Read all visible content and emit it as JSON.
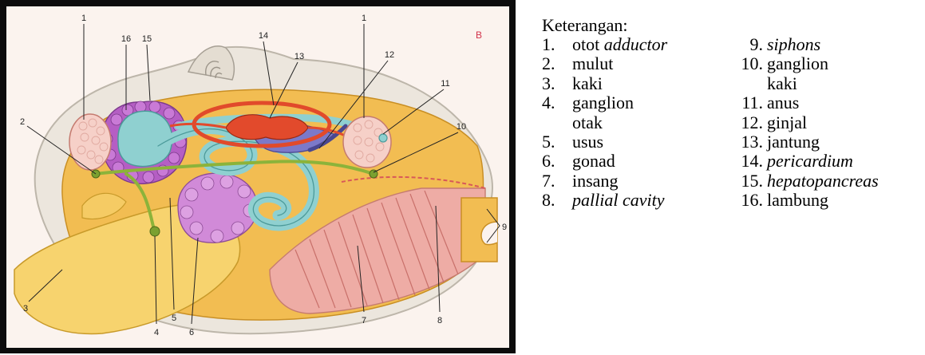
{
  "diagram": {
    "panel_letter": "B",
    "callouts": [
      {
        "label": "1"
      },
      {
        "label": "16"
      },
      {
        "label": "15"
      },
      {
        "label": "14"
      },
      {
        "label": "13"
      },
      {
        "label": "12"
      },
      {
        "label": "1"
      },
      {
        "label": "11"
      },
      {
        "label": "10"
      },
      {
        "label": "2"
      },
      {
        "label": "9"
      },
      {
        "label": "3"
      },
      {
        "label": "4"
      },
      {
        "label": "5"
      },
      {
        "label": "6"
      },
      {
        "label": "7"
      },
      {
        "label": "8"
      }
    ],
    "colors": {
      "background": "#fbf3ee",
      "shell": "#e8e1d7",
      "mantle": "#f0b84a",
      "foot": "#f5cf6a",
      "gill": "#e9a8a2",
      "intestine": "#8fd0d0",
      "hepatopancreas": "#b25fc0",
      "heart": "#e24a2c",
      "kidney": "#7b78c8",
      "nerve": "#8fb43a",
      "adductor": "#f6cfc8"
    }
  },
  "legend": {
    "title": "Keterangan:",
    "left": [
      {
        "num": "1.",
        "text": "otot ",
        "text_it": "adductor"
      },
      {
        "num": "2.",
        "text": "mulut",
        "text_it": ""
      },
      {
        "num": "3.",
        "text": "kaki",
        "text_it": ""
      },
      {
        "num": "4.",
        "text": "ganglion otak",
        "text_it": ""
      },
      {
        "num": "5.",
        "text": "usus",
        "text_it": ""
      },
      {
        "num": "6.",
        "text": "gonad",
        "text_it": ""
      },
      {
        "num": "7.",
        "text": "insang",
        "text_it": ""
      },
      {
        "num": "8.",
        "text": "",
        "text_it": "pallial cavity"
      }
    ],
    "right": [
      {
        "num": "9.",
        "text": "",
        "text_it": "siphons"
      },
      {
        "num": "10.",
        "text": "ganglion kaki",
        "text_it": ""
      },
      {
        "num": "11.",
        "text": "anus",
        "text_it": ""
      },
      {
        "num": "12.",
        "text": "ginjal",
        "text_it": ""
      },
      {
        "num": "13.",
        "text": "jantung",
        "text_it": ""
      },
      {
        "num": "14.",
        "text": "",
        "text_it": "pericardium"
      },
      {
        "num": "15.",
        "text": "",
        "text_it": "hepatopancreas"
      },
      {
        "num": "16.",
        "text": "lambung",
        "text_it": ""
      }
    ]
  }
}
